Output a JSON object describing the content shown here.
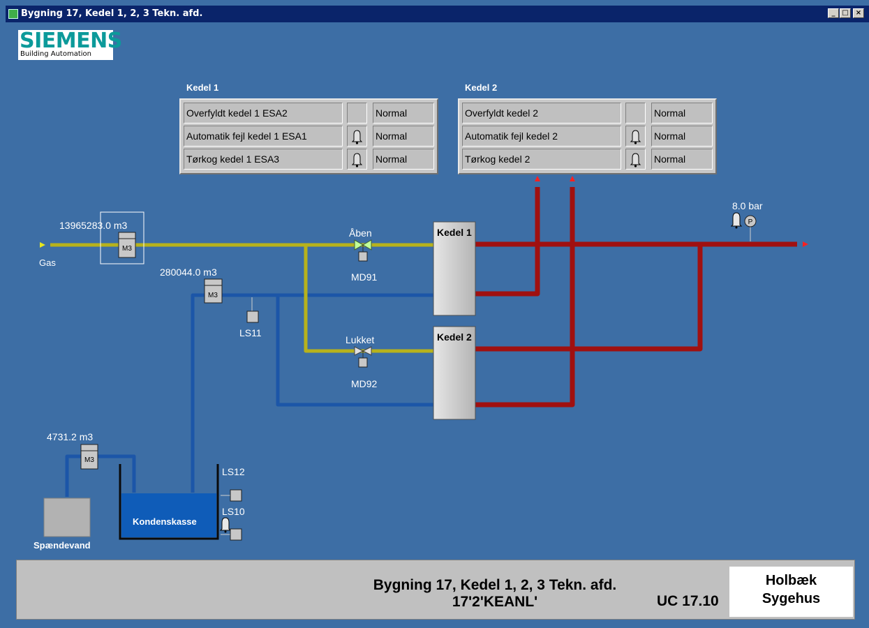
{
  "window": {
    "title": "Bygning 17, Kedel 1, 2, 3 Tekn. afd.",
    "buttons": {
      "minimize": "_",
      "maximize": "□",
      "close": "×"
    }
  },
  "logo": {
    "brand": "SIEMENS",
    "sub": "Building Automation"
  },
  "kedel1_panel": {
    "title": "Kedel 1",
    "rows": [
      {
        "label": "Overfyldt kedel 1 ESA2",
        "icon": "",
        "status": "Normal"
      },
      {
        "label": "Automatik fejl kedel 1 ESA1",
        "icon": "bell-icon",
        "status": "Normal"
      },
      {
        "label": "Tørkog kedel 1 ESA3",
        "icon": "bell-icon",
        "status": "Normal"
      }
    ]
  },
  "kedel2_panel": {
    "title": "Kedel 2",
    "rows": [
      {
        "label": "Overfyldt kedel 2",
        "icon": "",
        "status": "Normal"
      },
      {
        "label": "Automatik fejl kedel 2",
        "icon": "bell-icon",
        "status": "Normal"
      },
      {
        "label": "Tørkog kedel 2",
        "icon": "bell-icon",
        "status": "Normal"
      }
    ]
  },
  "diagram": {
    "gas_label": "Gas",
    "gas_meter": {
      "value": "13965283.0 m3",
      "unit": "M3"
    },
    "water_meter": {
      "value": "280044.0 m3",
      "unit": "M3"
    },
    "feed_meter": {
      "value": "4731.2 m3",
      "unit": "M3"
    },
    "valve_md91": {
      "name": "MD91",
      "state": "Åben"
    },
    "valve_md92": {
      "name": "MD92",
      "state": "Lukket"
    },
    "boiler1": "Kedel 1",
    "boiler2": "Kedel 2",
    "pressure": "8.0 bar",
    "pressure_symbol": "P",
    "ls11": "LS11",
    "ls12": "LS12",
    "ls10": "LS10",
    "tank": "Kondenskasse",
    "feedwater": "Spændevand"
  },
  "colors": {
    "background": "#3d6ea5",
    "gas_pipe": "#b7b21c",
    "water_pipe": "#1c56a8",
    "hot_pipe": "#a01010",
    "tank": "#0f5cb8"
  },
  "footer": {
    "title_line1": "Bygning 17, Kedel 1, 2, 3 Tekn. afd.",
    "title_line2": "17'2'KEANL'",
    "uc": "UC 17.10",
    "site_line1": "Holbæk",
    "site_line2": "Sygehus"
  }
}
